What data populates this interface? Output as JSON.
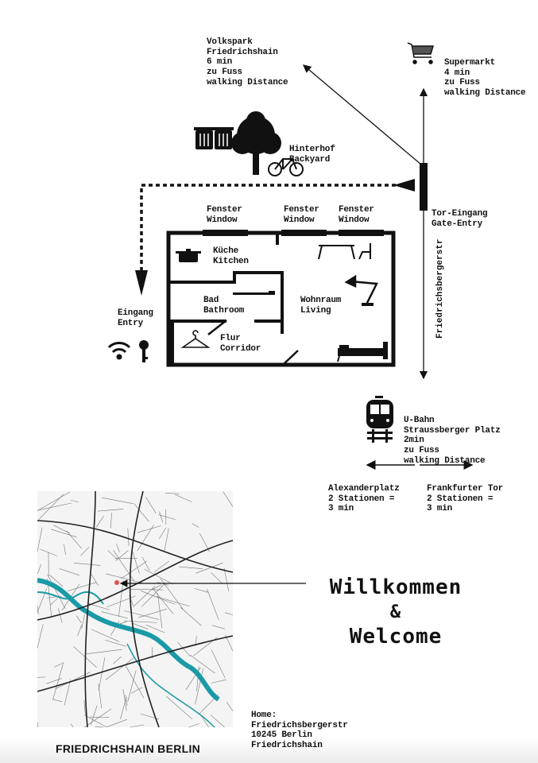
{
  "volkspark": [
    "Volkspark",
    "Friedrichshain",
    "6 min",
    "zu Fuss",
    "walking Distance"
  ],
  "supermarkt": [
    "Supermarkt",
    "4 min",
    "zu Fuss",
    "walking Distance"
  ],
  "hinterhof": [
    "Hinterhof",
    "Backyard"
  ],
  "gate": [
    "Tor-Eingang",
    "Gate-Entry"
  ],
  "windows": [
    [
      "Fenster",
      "Window"
    ],
    [
      "Fenster",
      "Window"
    ],
    [
      "Fenster",
      "Window"
    ]
  ],
  "rooms": {
    "kitchen": [
      "Küche",
      "Kitchen"
    ],
    "bath": [
      "Bad",
      "Bathroom"
    ],
    "corridor": [
      "Flur",
      "Corridor"
    ],
    "living": [
      "Wohnraum",
      "Living"
    ]
  },
  "entry": [
    "Eingang",
    "Entry"
  ],
  "street": "Friedrichsbergerstr",
  "ubahn": [
    "U-Bahn",
    "Straussberger Platz",
    "2min",
    "zu Fuss",
    "walking Distance"
  ],
  "alexanderplatz": [
    "Alexanderplatz",
    "2 Stationen =",
    "3 min"
  ],
  "frankfurter": [
    "Frankfurter Tor",
    "2 Stationen =",
    "3 min"
  ],
  "welcome": [
    "Willkommen",
    "&",
    "Welcome"
  ],
  "home": [
    "Home:",
    "Friedrichsbergerstr",
    "10245 Berlin",
    "Friedrichshain"
  ],
  "footer": "FRIEDRICHSHAIN BERLIN",
  "colors": {
    "ink": "#111111",
    "map_water": "#1a9aa6",
    "map_marker": "#e05050"
  }
}
